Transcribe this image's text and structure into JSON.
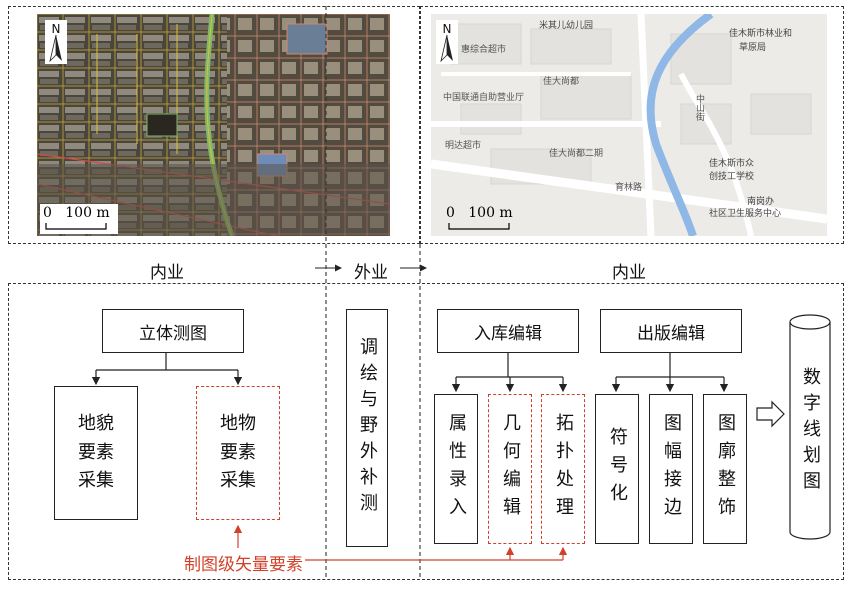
{
  "top": {
    "sat_scale": "0   100 m",
    "map_scale": "0   100 m",
    "north_label": "N",
    "map_labels": [
      "米其儿幼儿园",
      "佳木斯市林业和",
      "草原局",
      "惠综合超市",
      "佳大尚都",
      "中国联通自助营业厅",
      "明达超市",
      "佳大尚都二期",
      "育林路",
      "中山街",
      "佳木斯市众",
      "创技工学校",
      "南岗办",
      "社区卫生服务中心"
    ]
  },
  "stages": {
    "left": "内业",
    "middle": "外业",
    "right": "内业"
  },
  "nodes": {
    "stereo": "立体测图",
    "terrain": "地貌要素采集",
    "feature": "地物要素采集",
    "field": "调绘与野外补测",
    "db_edit": "入库编辑",
    "pub_edit": "出版编辑",
    "attr": "属性录入",
    "geom": "几何编辑",
    "topo": "拓扑处理",
    "symbol": "符号化",
    "join": "图幅接边",
    "finish": "图廓整饰",
    "output": "数字线划图"
  },
  "annotation": "制图级矢量要素",
  "colors": {
    "accent_red": "#d2402a",
    "line": "#222222"
  }
}
